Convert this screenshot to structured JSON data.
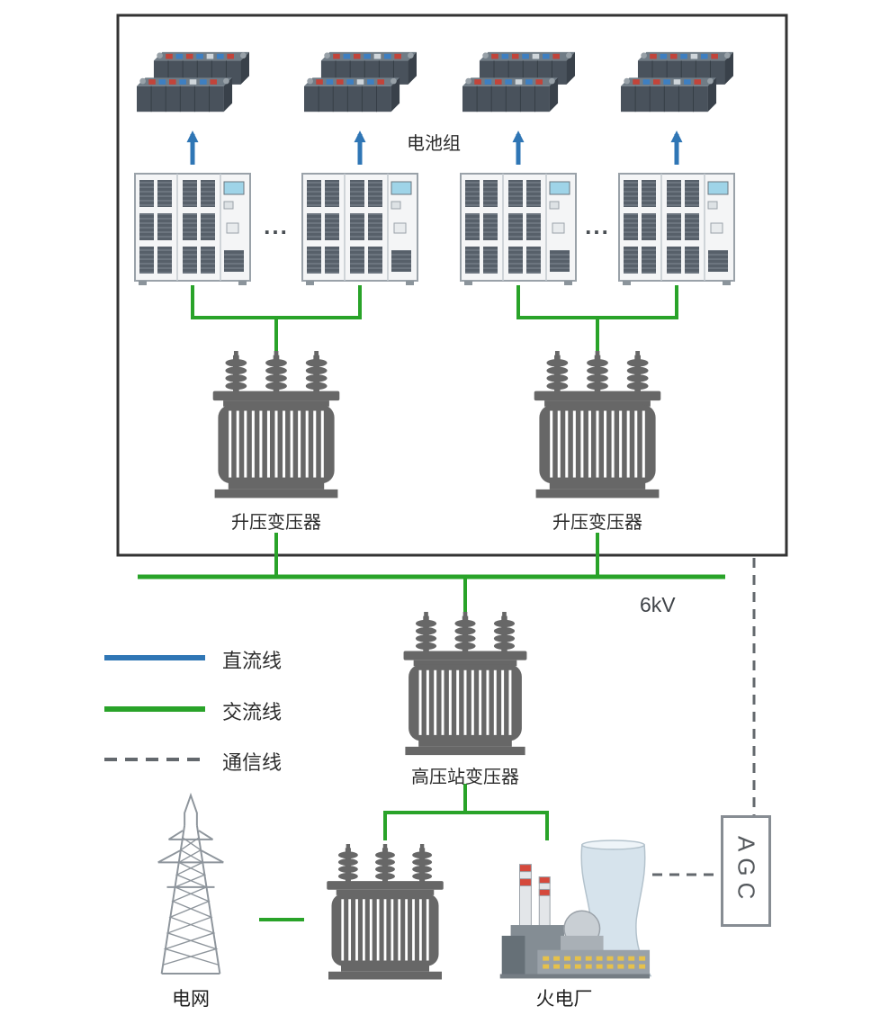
{
  "labels": {
    "battery_group": "电池组",
    "ellipsis": "...",
    "step_up_transformer_left": "升压变压器",
    "step_up_transformer_right": "升压变压器",
    "bus_voltage": "6kV",
    "hv_station_transformer": "高压站变压器",
    "grid": "电网",
    "thermal_plant": "火电厂",
    "agc": "AGC"
  },
  "legend": {
    "items": [
      {
        "label": "直流线",
        "color": "#2f76b5",
        "style": "solid"
      },
      {
        "label": "交流线",
        "color": "#29a329",
        "style": "solid"
      },
      {
        "label": "通信线",
        "color": "#63686d",
        "style": "dashed"
      }
    ]
  },
  "colors": {
    "dc_line": "#2f76b5",
    "ac_line": "#29a329",
    "comm_line": "#63686d",
    "transformer_gray": "#676767",
    "boundary_border": "#333333",
    "background": "#ffffff"
  }
}
